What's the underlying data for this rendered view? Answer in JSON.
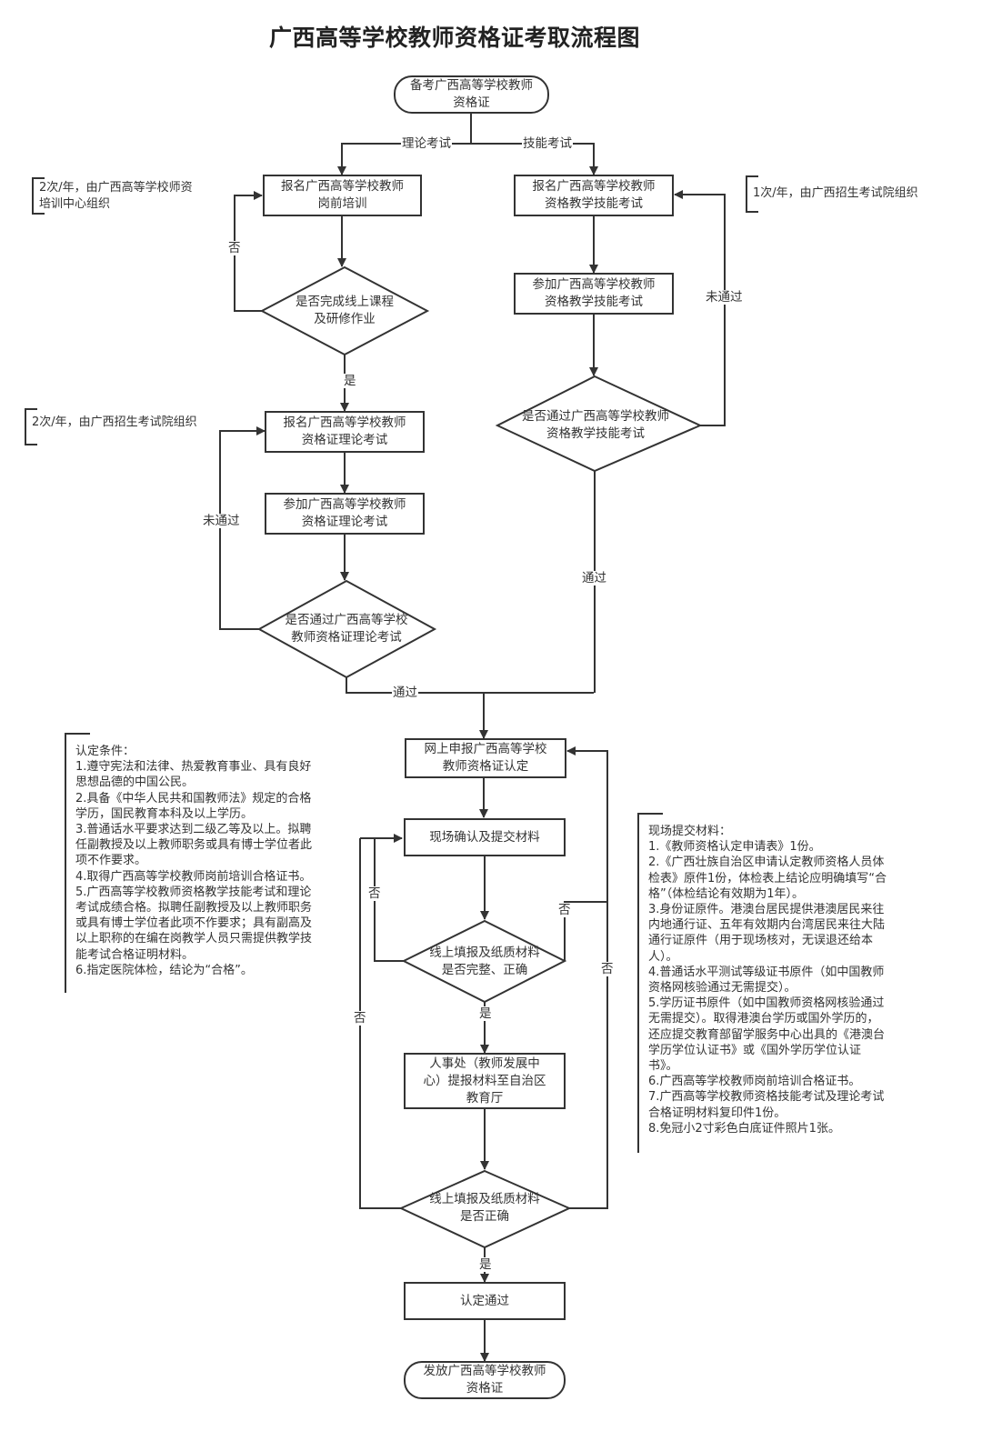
{
  "title": "广西高等学校教师资格证考取流程图",
  "nodes": {
    "start": "备考广西高等学校教师\n资格证",
    "preTrainingSignup": "报名广西高等学校教师\n岗前培训",
    "onlineCourseCheck": "是否完成线上课程\n及研修作业",
    "theorySignup": "报名广西高等学校教师\n资格证理论考试",
    "theoryTake": "参加广西高等学校教师\n资格证理论考试",
    "theoryPassCheck": "是否通过广西高等学校\n教师资格证理论考试",
    "skillSignup": "报名广西高等学校教师\n资格教学技能考试",
    "skillTake": "参加广西高等学校教师\n资格教学技能考试",
    "skillPassCheck": "是否通过广西高等学校教师\n资格教学技能考试",
    "onlineApply": "网上申报广西高等学校\n教师资格证认定",
    "onsiteConfirm": "现场确认及提交材料",
    "completenessCheck": "线上填报及纸质材料\n是否完整、正确",
    "hrSubmit": "人事处（教师发展中\n心）提报材料至自治区\n教育厅",
    "correctnessCheck": "线上填报及纸质材料\n是否正确",
    "approved": "认定通过",
    "issue": "发放广西高等学校教师\n资格证"
  },
  "edgeLabels": {
    "theoryBranch": "理论考试",
    "skillBranch": "技能考试",
    "courseNo": "否",
    "courseYes": "是",
    "theoryFail": "未通过",
    "theoryPass": "通过",
    "skillFail": "未通过",
    "skillPass": "通过",
    "completenessNoLeft": "否",
    "completenessNoRight": "否",
    "completenessYes": "是",
    "correctnessNoLeft": "否",
    "correctnessNoRight": "否",
    "correctnessYes": "是"
  },
  "notes": {
    "preTraining": "2次/年，由广西高等学校师资\n培训中心组织",
    "theoryExam": "2次/年，由广西招生考试院组织",
    "skillExam": "1次/年，由广西招生考试院组织"
  },
  "conditions": {
    "heading": "认定条件：",
    "lines": [
      "1.遵守宪法和法律、热爱教育事业、具有良好",
      "思想品德的中国公民。",
      "2.具备《中华人民共和国教师法》规定的合格",
      "学历，国民教育本科及以上学历。",
      "3.普通话水平要求达到二级乙等及以上。拟聘",
      "任副教授及以上教师职务或具有博士学位者此",
      "项不作要求。",
      "4.取得广西高等学校教师岗前培训合格证书。",
      "5.广西高等学校教师资格教学技能考试和理论",
      "考试成绩合格。拟聘任副教授及以上教师职务",
      "或具有博士学位者此项不作要求；具有副高及",
      "以上职称的在编在岗教学人员只需提供教学技",
      "能考试合格证明材料。",
      "6.指定医院体检，结论为“合格”。"
    ]
  },
  "materials": {
    "heading": "现场提交材料：",
    "lines": [
      "1.《教师资格认定申请表》1份。",
      "2.《广西壮族自治区申请认定教师资格人员体",
      "检表》原件1份，体检表上结论应明确填写“合",
      "格”（体检结论有效期为1年）。",
      "3.身份证原件。港澳台居民提供港澳居民来往",
      "内地通行证、五年有效期内台湾居民来往大陆",
      "通行证原件（用于现场核对，无误退还给本",
      "人）。",
      "4.普通话水平测试等级证书原件（如中国教师",
      "资格网核验通过无需提交）。",
      "5.学历证书原件（如中国教师资格网核验通过",
      "无需提交）。取得港澳台学历或国外学历的，",
      "还应提交教育部留学服务中心出具的《港澳台",
      "学历学位认证书》或《国外学历学位认证",
      "书》。",
      "6.广西高等学校教师岗前培训合格证书。",
      "7.广西高等学校教师资格技能考试及理论考试",
      "合格证明材料复印件1份。",
      "8.免冠小2寸彩色白底证件照片1张。"
    ]
  },
  "colors": {
    "stroke": "#333333",
    "text": "#333333",
    "background": "#ffffff"
  }
}
